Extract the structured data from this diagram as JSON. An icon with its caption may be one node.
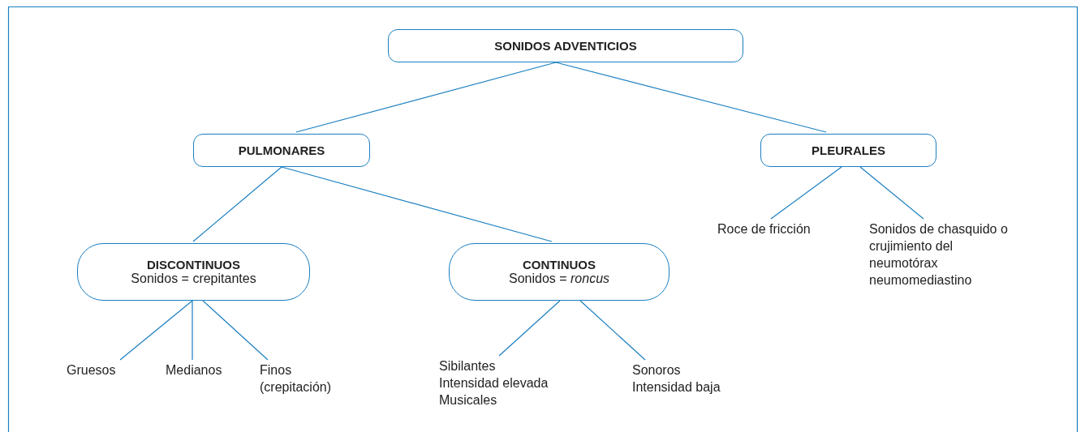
{
  "diagram": {
    "nodes": [
      {
        "text": [
          "SONIDOS ADVENTICIOS"
        ]
      },
      {
        "text": [
          "PULMONARES"
        ]
      },
      {
        "text": [
          "PLEURALES"
        ]
      },
      {
        "text": [
          "DISCONTINUOS",
          "Sonidos = crepitantes"
        ]
      },
      {
        "text": [
          "CONTINUOS",
          "Sonidos = *roncus*"
        ]
      },
      {
        "text": [
          "Gruesos"
        ]
      },
      {
        "text": [
          "Medianos"
        ]
      },
      {
        "text": [
          "Finos (crepitación)"
        ]
      },
      {
        "text": [
          "Sibilantes",
          "Intensidad elevada",
          "Musicales"
        ]
      },
      {
        "text": [
          "Sonoros",
          "Intensidad baja"
        ]
      },
      {
        "text": [
          "Roce de fricción"
        ]
      },
      {
        "text": [
          "Sonidos de chasquido o crujimiento del neumotórax neumomediastino"
        ]
      }
    ],
    "edges": [
      {
        "from": 0,
        "to": 1,
        "arrow": "none"
      },
      {
        "from": 0,
        "to": 2,
        "arrow": "none"
      },
      {
        "from": 1,
        "to": 3,
        "arrow": "none"
      },
      {
        "from": 1,
        "to": 4,
        "arrow": "none"
      },
      {
        "from": 2,
        "to": 10,
        "arrow": "none"
      },
      {
        "from": 2,
        "to": 11,
        "arrow": "none"
      },
      {
        "from": 3,
        "to": 5,
        "arrow": "none"
      },
      {
        "from": 3,
        "to": 6,
        "arrow": "none"
      },
      {
        "from": 3,
        "to": 7,
        "arrow": "none"
      },
      {
        "from": 4,
        "to": 8,
        "arrow": "none"
      },
      {
        "from": 4,
        "to": 9,
        "arrow": "none"
      }
    ]
  }
}
